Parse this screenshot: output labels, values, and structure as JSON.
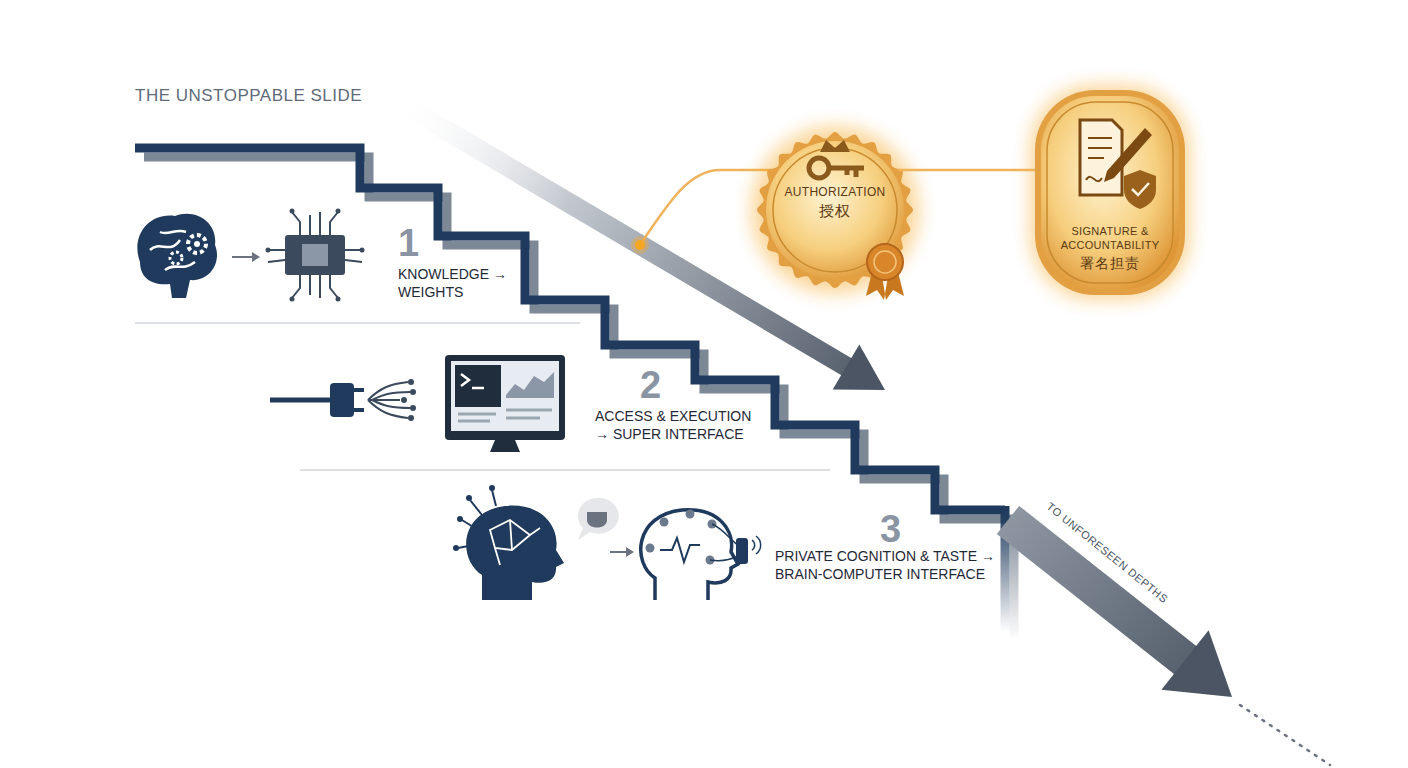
{
  "diagram": {
    "title": "THE UNSTOPPABLE SLIDE",
    "nodes": [
      {
        "text": [
          "AUTHORIZATION",
          "授权"
        ]
      },
      {
        "text": [
          "SIGNATURE & ACCOUNTABILITY",
          "署名担责"
        ]
      }
    ],
    "edges": [
      {
        "from": 0,
        "to": 1,
        "arrow": "none"
      }
    ],
    "labels": [
      "1",
      "KNOWLEDGE → WEIGHTS",
      "2",
      "ACCESS & EXECUTION → SUPER INTERFACE",
      "3",
      "PRIVATE COGNITION & TASTE → BRAIN-COMPUTER INTERFACE",
      "TO UNFORESEEN DEPTHS"
    ]
  }
}
